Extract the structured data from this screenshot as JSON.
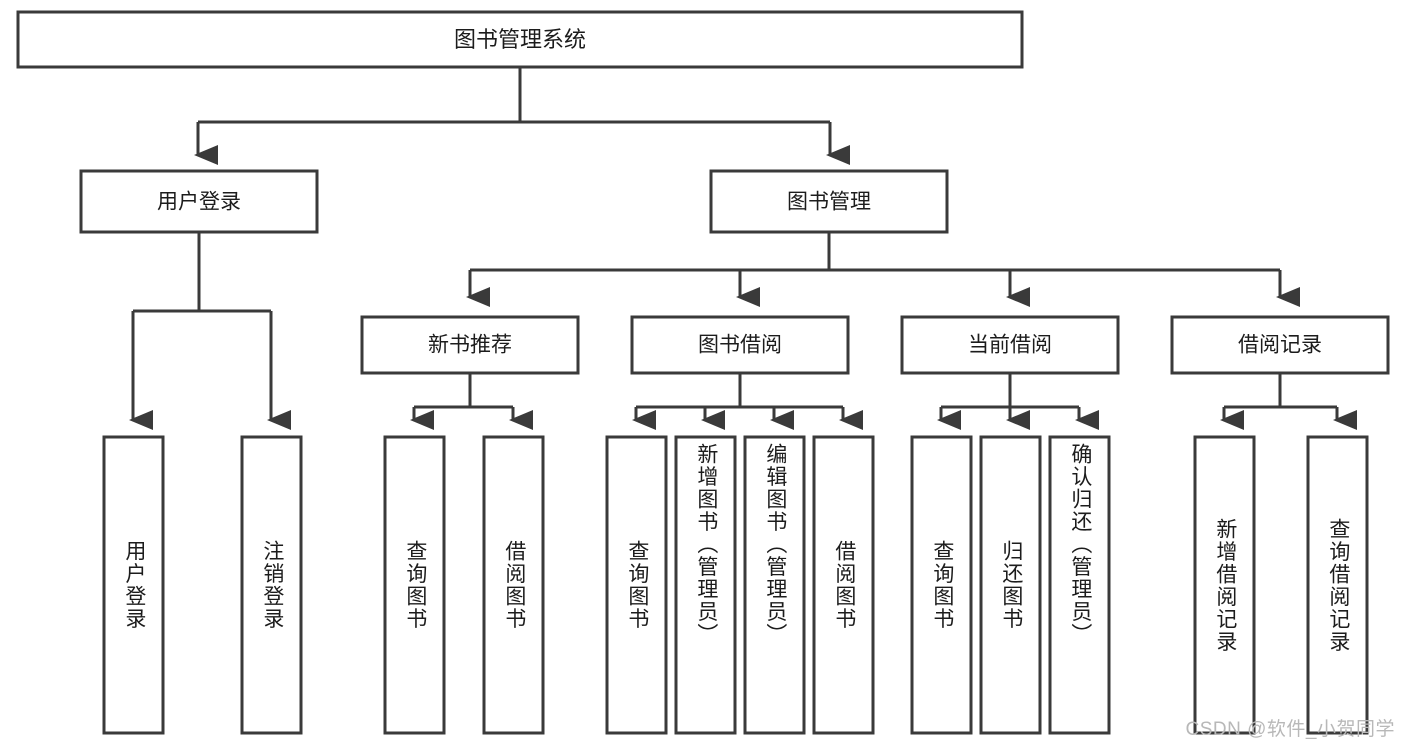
{
  "diagram": {
    "type": "tree-hierarchy",
    "title": "图书管理系统",
    "root": {
      "label": "图书管理系统",
      "orientation": "horizontal"
    },
    "level1": [
      {
        "label": "用户登录",
        "orientation": "horizontal"
      },
      {
        "label": "图书管理",
        "orientation": "horizontal"
      }
    ],
    "level2": [
      {
        "label": "新书推荐",
        "orientation": "horizontal",
        "parent": "图书管理"
      },
      {
        "label": "图书借阅",
        "orientation": "horizontal",
        "parent": "图书管理"
      },
      {
        "label": "当前借阅",
        "orientation": "horizontal",
        "parent": "图书管理"
      },
      {
        "label": "借阅记录",
        "orientation": "horizontal",
        "parent": "图书管理"
      }
    ],
    "leaves": {
      "user_login": [
        {
          "label": "用户登录",
          "orientation": "vertical"
        },
        {
          "label": "注销登录",
          "orientation": "vertical"
        }
      ],
      "new_book_recommend": [
        {
          "label": "查询图书",
          "orientation": "vertical"
        },
        {
          "label": "借阅图书",
          "orientation": "vertical"
        }
      ],
      "book_borrow": [
        {
          "label": "查询图书",
          "orientation": "vertical"
        },
        {
          "label": "新增图书（管理员）",
          "orientation": "vertical"
        },
        {
          "label": "编辑图书（管理员）",
          "orientation": "vertical"
        },
        {
          "label": "借阅图书",
          "orientation": "vertical"
        }
      ],
      "current_borrow": [
        {
          "label": "查询图书",
          "orientation": "vertical"
        },
        {
          "label": "归还图书",
          "orientation": "vertical"
        },
        {
          "label": "确认归还（管理员）",
          "orientation": "vertical"
        }
      ],
      "borrow_record": [
        {
          "label": "新增借阅记录",
          "orientation": "vertical"
        },
        {
          "label": "查询借阅记录",
          "orientation": "vertical"
        }
      ]
    }
  },
  "watermark": {
    "text": "CSDN @软件_小贺同学"
  },
  "colors": {
    "stroke": "#3a3a3a",
    "box_fill": "#ffffff",
    "text": "#1c1c1c",
    "background": "#ffffff",
    "watermark": "#b8b8b8"
  }
}
